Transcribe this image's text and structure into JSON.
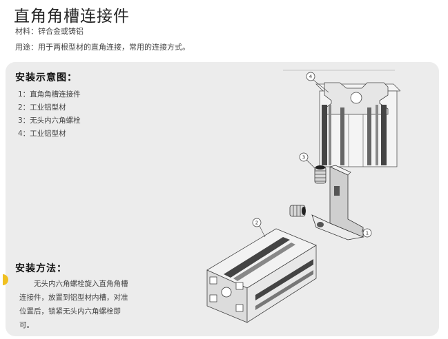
{
  "header": {
    "title": "直角角槽连接件",
    "material": "材料：锌合金或铸铝",
    "usage": "用途：用于两根型材的直角连接，常用的连接方式。"
  },
  "install_diagram": {
    "heading": "安装示意图：",
    "parts": [
      "1：直角角槽连接件",
      "2：工业铝型材",
      "3：无头内六角螺栓",
      "4：工业铝型材"
    ],
    "callouts": [
      "1",
      "2",
      "3",
      "4"
    ]
  },
  "install_method": {
    "heading": "安装方法：",
    "text": "无头内六角螺栓旋入直角角槽连接件，放置到铝型材内槽，对准位置后，锁紧无头内六角螺栓即可。"
  }
}
